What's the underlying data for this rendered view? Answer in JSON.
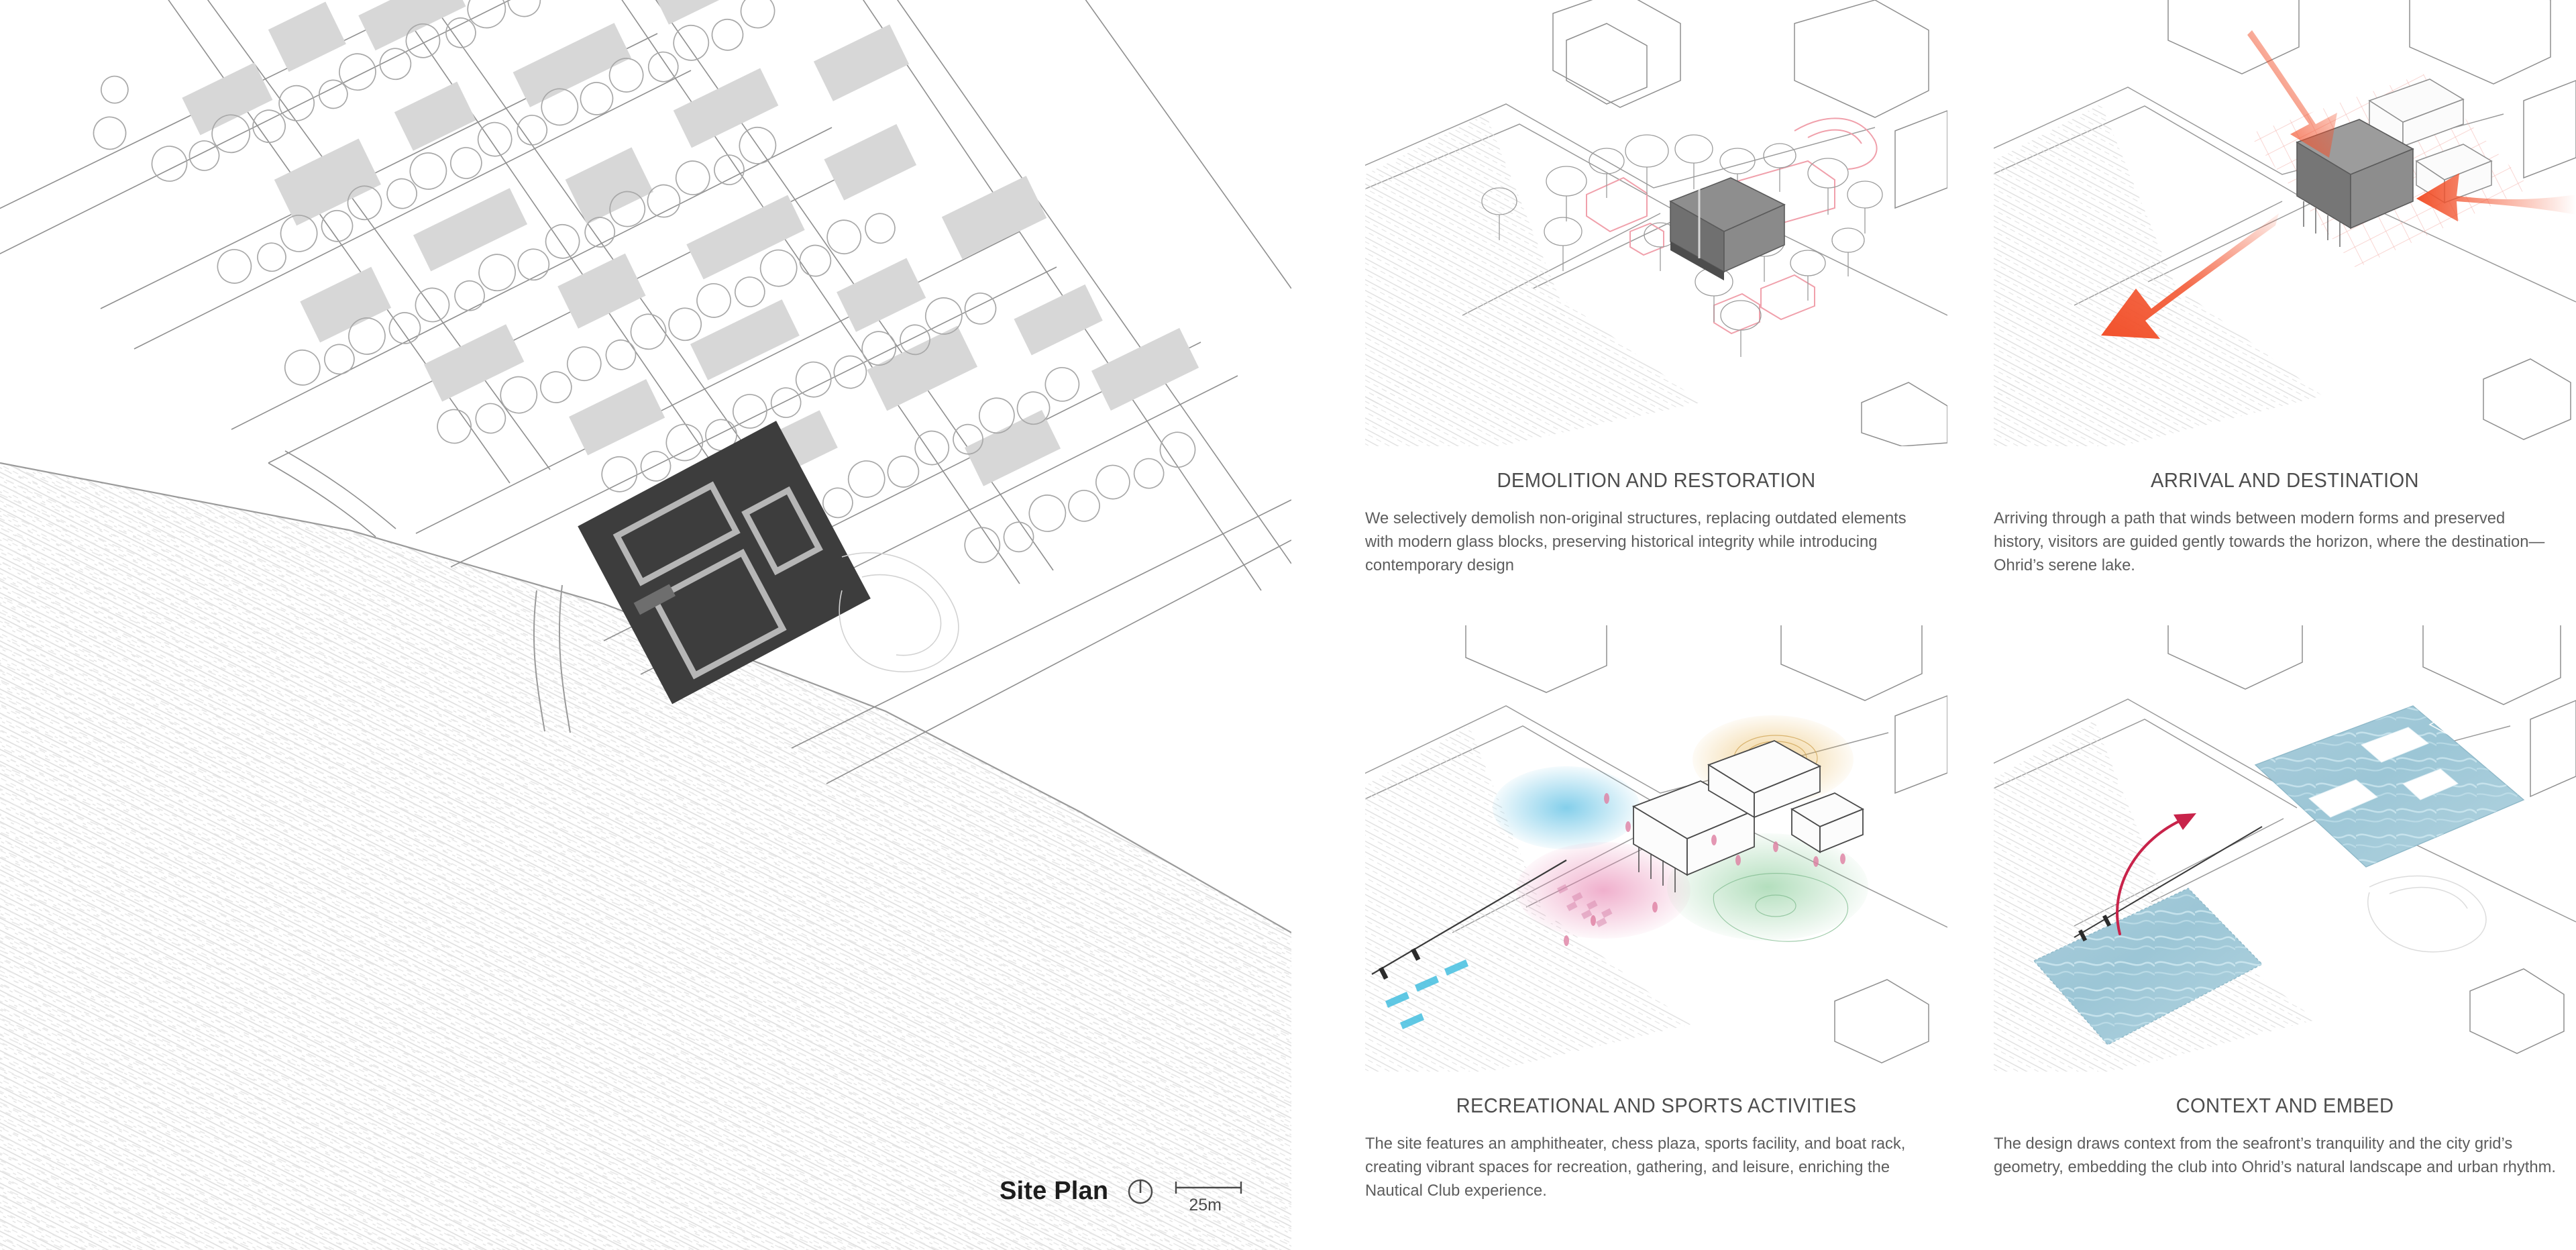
{
  "site_plan": {
    "title": "Site Plan",
    "north_icon": "north-arrow-icon",
    "scale_label": "25m",
    "scale_value": 25,
    "scale_unit": "m"
  },
  "panels": [
    {
      "id": "demolition-and-restoration",
      "title": "DEMOLITION AND RESTORATION",
      "body": "We selectively demolish non-original structures, replacing outdated elements with modern glass blocks, preserving historical integrity while introducing contemporary design",
      "accent": "#f2a8ae"
    },
    {
      "id": "arrival-and-destination",
      "title": "ARRIVAL AND DESTINATION",
      "body": "Arriving through a path that winds between modern forms and preserved history, visitors are guided gently towards the horizon, where the destination—Ohrid’s serene lake.",
      "accent": "#f25b35"
    },
    {
      "id": "recreational-and-sports-activities",
      "title": "RECREATIONAL AND SPORTS ACTIVITIES",
      "body": "The site features an amphitheater, chess plaza, sports facility, and boat rack, creating vibrant spaces for recreation, gathering, and leisure, enriching the Nautical Club experience.",
      "accent": "#7fc8e0"
    },
    {
      "id": "context-and-embed",
      "title": "CONTEXT AND EMBED",
      "body": "The design draws context from the seafront’s tranquility and the city grid’s geometry, embedding the club into Ohrid’s natural landscape and urban rhythm.",
      "accent": "#9ec9d8"
    }
  ],
  "colors": {
    "building_fill": "#d6d6d6",
    "line": "#8d8d8d",
    "dark_parcel": "#3d3d3d",
    "title_text": "#4d4d4d",
    "body_text": "#5d5d5d",
    "water_blue": "#9dc6d6",
    "zone_pink": "#e9a7c0",
    "zone_green": "#9fd0a8",
    "zone_yellow": "#e8c98a",
    "zone_blue": "#6fc0e2",
    "arrow_orange": "#f2512b",
    "arrow_red": "#c8234a",
    "demo_pink": "#f0a9b2"
  }
}
